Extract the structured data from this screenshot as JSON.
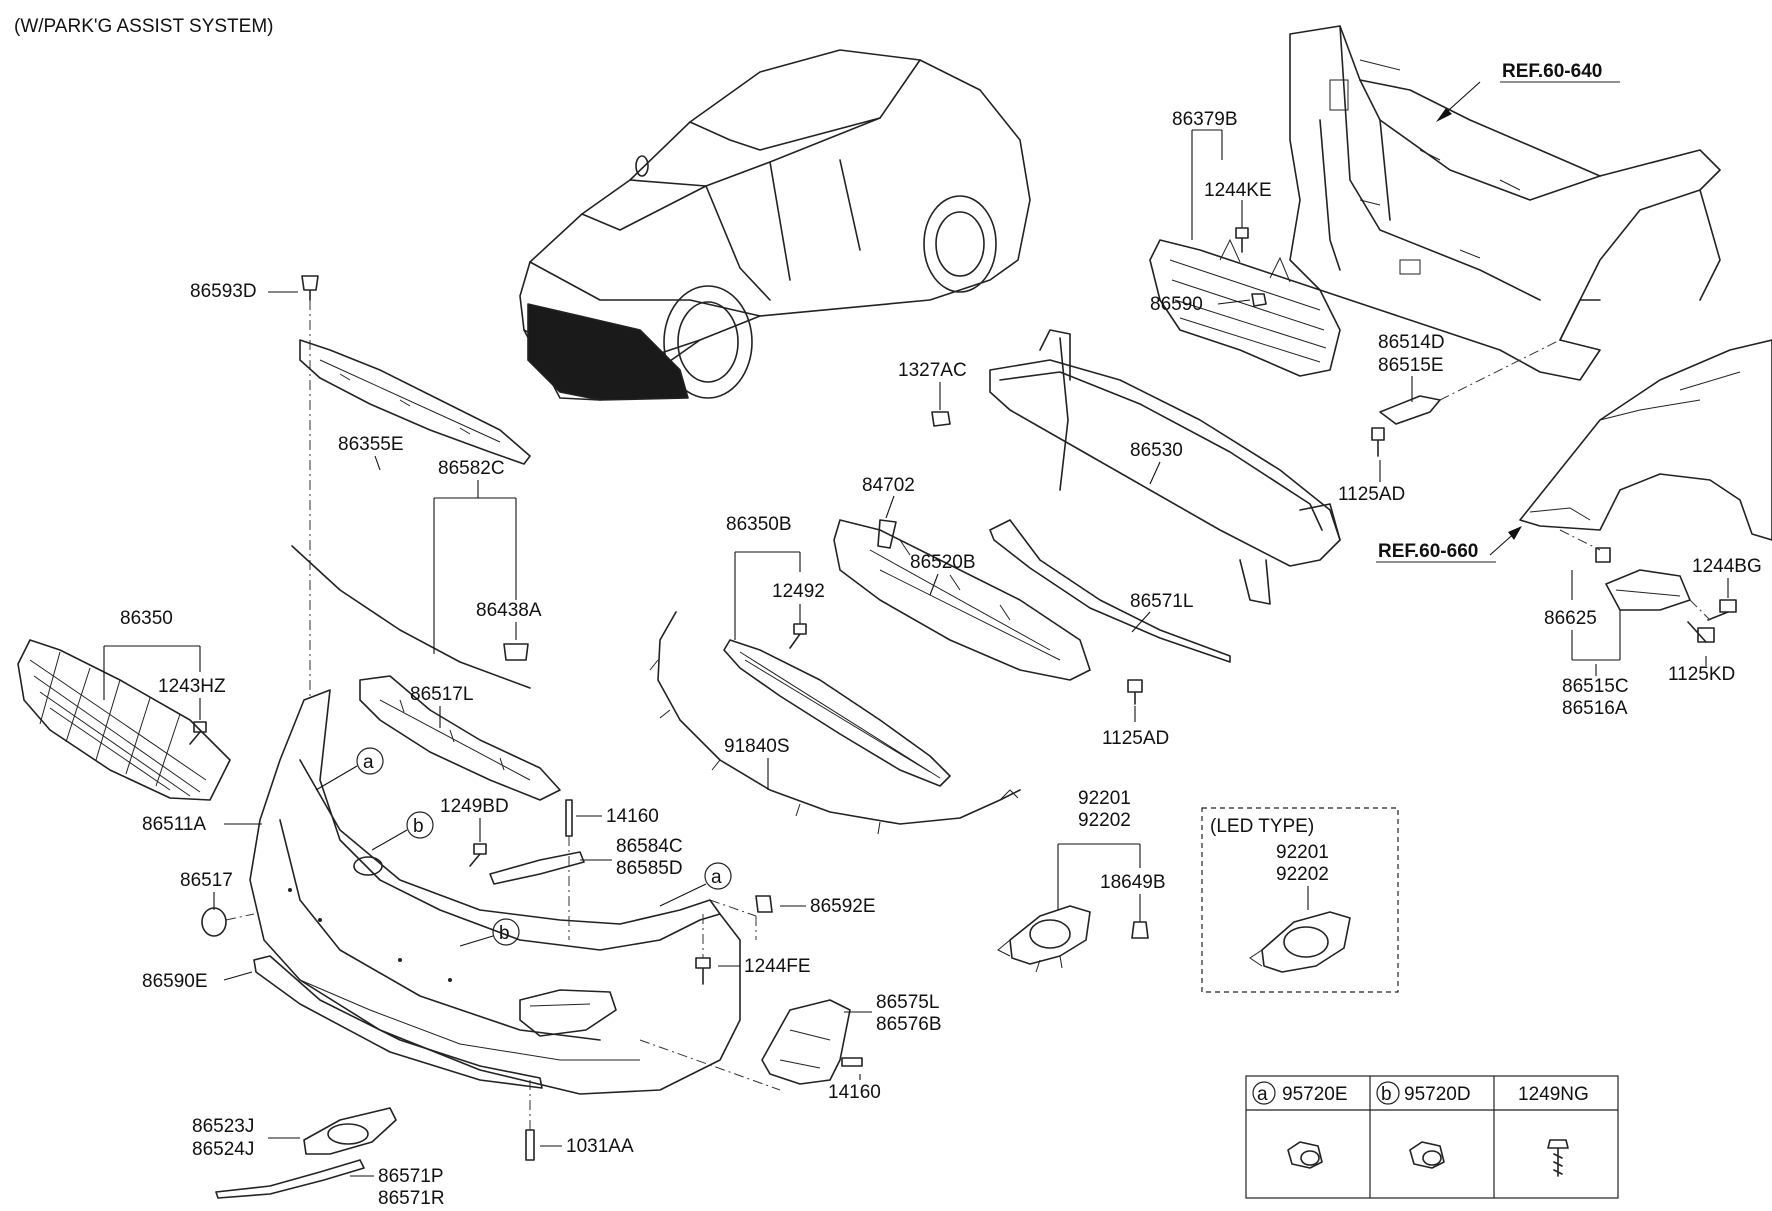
{
  "header": {
    "title": "(W/PARK'G ASSIST SYSTEM)"
  },
  "refs": {
    "ref_640": "REF.60-640",
    "ref_660": "REF.60-660"
  },
  "labels": {
    "p86593D": "86593D",
    "p86355E": "86355E",
    "p86582C": "86582C",
    "p86438A": "86438A",
    "p86350": "86350",
    "p1243HZ": "1243HZ",
    "p86517L": "86517L",
    "p86511A": "86511A",
    "p1249BD": "1249BD",
    "p14160_top": "14160",
    "p86584C": "86584C",
    "p86585D": "86585D",
    "p86517": "86517",
    "p86592E": "86592E",
    "p1244FE": "1244FE",
    "p86590E": "86590E",
    "p86575L": "86575L",
    "p86576B": "86576B",
    "p14160_bottom": "14160",
    "p86523J": "86523J",
    "p86524J": "86524J",
    "p1031AA": "1031AA",
    "p86571P": "86571P",
    "p86571R": "86571R",
    "p86350B": "86350B",
    "p12492": "12492",
    "p84702": "84702",
    "p86520B": "86520B",
    "p91840S": "91840S",
    "p1327AC": "1327AC",
    "p86530": "86530",
    "p86571L": "86571L",
    "p1125AD_center": "1125AD",
    "p92201": "92201",
    "p92202": "92202",
    "p18649B": "18649B",
    "p86379B": "86379B",
    "p1244KE": "1244KE",
    "p86590": "86590",
    "p86514D": "86514D",
    "p86515E": "86515E",
    "p1125AD_right": "1125AD",
    "p1244BG": "1244BG",
    "p86625": "86625",
    "p86515C": "86515C",
    "p86516A": "86516A",
    "p1125KD": "1125KD"
  },
  "callouts": {
    "a": "a",
    "b": "b"
  },
  "led_box": {
    "title": "(LED TYPE)",
    "part1": "92201",
    "part2": "92202"
  },
  "legend": {
    "col1_marker": "a",
    "col1_part": "95720E",
    "col2_marker": "b",
    "col2_part": "95720D",
    "col3_part": "1249NG"
  }
}
